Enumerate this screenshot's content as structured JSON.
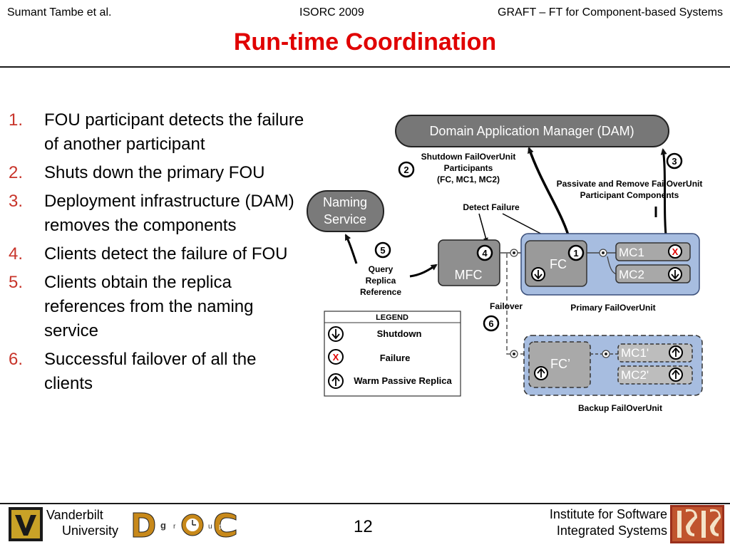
{
  "header": {
    "author": "Sumant Tambe et al.",
    "conference": "ISORC 2009",
    "talk_title": "GRAFT – FT for Component-based Systems"
  },
  "slide_title": "Run-time Coordination",
  "steps": [
    {
      "num": "1.",
      "text": "FOU participant detects the failure of another participant"
    },
    {
      "num": "2.",
      "text": "Shuts down the primary FOU"
    },
    {
      "num": "3.",
      "text": "Deployment infrastructure (DAM) removes the components"
    },
    {
      "num": "4.",
      "text": "Clients detect the failure of FOU"
    },
    {
      "num": "5.",
      "text": "Clients obtain the replica references from the naming service"
    },
    {
      "num": "6.",
      "text": "Successful  failover of all the clients"
    }
  ],
  "diagram": {
    "dam_label": "Domain Application Manager (DAM)",
    "naming_service": [
      "Naming",
      "Service"
    ],
    "step2_label": [
      "Shutdown FailOverUnit",
      "Participants",
      "(FC, MC1, MC2)"
    ],
    "step3_label": [
      "Passivate and Remove FailOverUnit",
      "Participant Components"
    ],
    "detect_failure": "Detect Failure",
    "query_label": [
      "Query",
      "Replica",
      "Reference"
    ],
    "failover": "Failover",
    "mfc": "MFC",
    "fc": "FC",
    "mc1": "MC1",
    "mc2": "MC2",
    "primary_unit": "Primary FailOverUnit",
    "fc_backup": "FC’",
    "mc1_backup": "MC1'",
    "mc2_backup": "MC2'",
    "backup_unit": "Backup FailOverUnit",
    "markers": {
      "one": "1",
      "two": "2",
      "three": "3",
      "four": "4",
      "five": "5",
      "six": "6"
    },
    "legend": {
      "title": "LEGEND",
      "shutdown": "Shutdown",
      "failure": "Failure",
      "failure_symbol": "X",
      "warm_passive": "Warm Passive Replica"
    },
    "colors": {
      "primary_fill": "#a7bde0",
      "failure_red": "#e00000",
      "title_red": "#e00000"
    },
    "icons": {
      "shutdown": "down-arrow-circle-icon",
      "warm_passive": "up-arrow-circle-icon"
    }
  },
  "footer": {
    "vanderbilt_line1": "Vanderbilt",
    "vanderbilt_line2": "University",
    "doc_letters": [
      "g",
      "r",
      "u",
      "p"
    ],
    "page_number": "12",
    "isis_line1": "Institute for Software",
    "isis_line2": "Integrated Systems"
  }
}
